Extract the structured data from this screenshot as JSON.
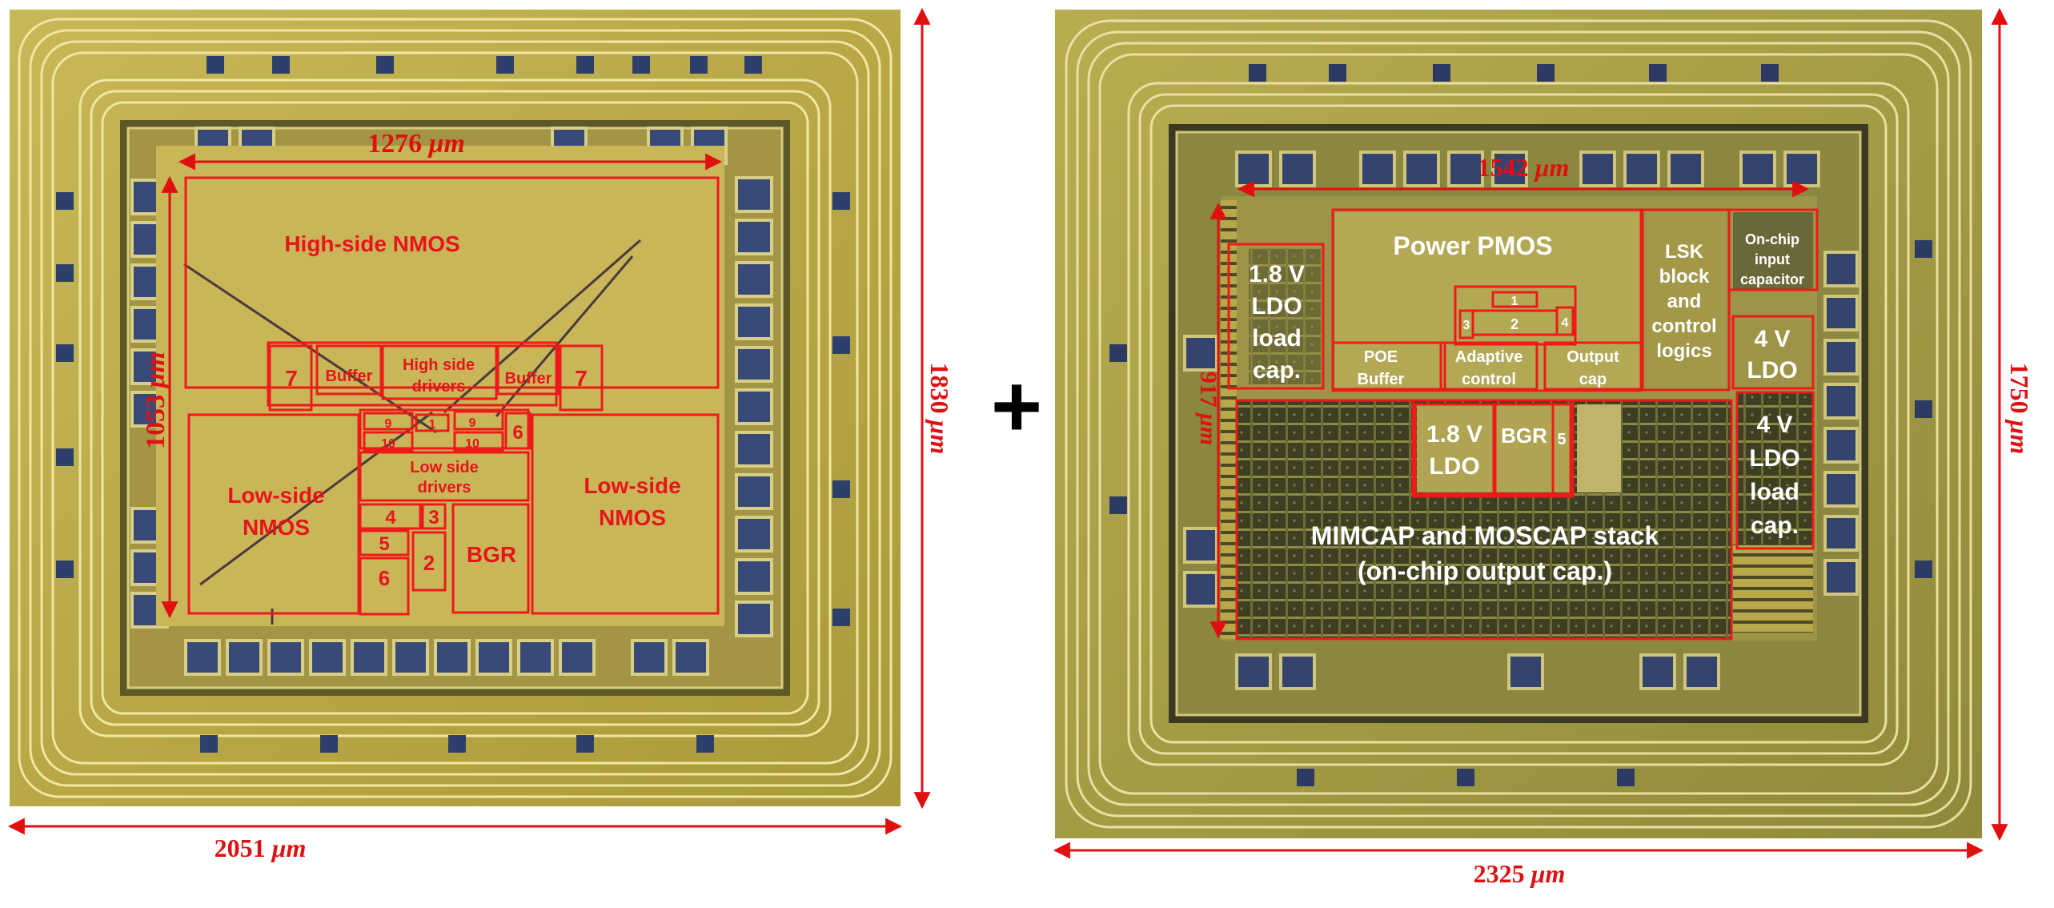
{
  "plus_sign": "+",
  "left_die": {
    "dimensions": {
      "top_width": "1276",
      "left_height": "1053",
      "right_height": "1830",
      "bottom_width": "2051",
      "unit": "μm"
    },
    "blocks": {
      "high_side_nmos": "High-side NMOS",
      "low_side_nmos_left": [
        "Low-side",
        "NMOS"
      ],
      "low_side_nmos_right": [
        "Low-side",
        "NMOS"
      ],
      "seven_left": "7",
      "buffer_left": "Buffer",
      "high_side_drivers": [
        "High side",
        "drivers"
      ],
      "buffer_right": "Buffer",
      "seven_right": "7",
      "nine_left": "9",
      "one": "1",
      "nine_right": "9",
      "ten_left": "10",
      "ten_right": "10",
      "six_right": "6",
      "low_side_drivers": [
        "Low side",
        "drivers"
      ],
      "four": "4",
      "three": "3",
      "five": "5",
      "two": "2",
      "six_bottom": "6",
      "bgr": "BGR"
    }
  },
  "right_die": {
    "dimensions": {
      "top_width": "1542",
      "left_height": "917",
      "right_height": "1750",
      "bottom_width": "2325",
      "unit": "μm"
    },
    "blocks": {
      "ldo_1p8_load": [
        "1.8 V",
        "LDO",
        "load",
        "cap."
      ],
      "power_pmos": "Power PMOS",
      "lsk_block": [
        "LSK",
        "block",
        "and",
        "control",
        "logics"
      ],
      "onchip_input_cap": [
        "On-chip",
        "input",
        "capacitor"
      ],
      "four_v_ldo": [
        "4 V",
        "LDO"
      ],
      "one": "1",
      "two": "2",
      "three": "3",
      "four": "4",
      "poe_buffer": [
        "POE",
        "Buffer"
      ],
      "adaptive_control": [
        "Adaptive",
        "control"
      ],
      "output_cap": [
        "Output",
        "cap"
      ],
      "ldo_1p8": [
        "1.8 V",
        "LDO"
      ],
      "bgr": "BGR",
      "five": "5",
      "four_v_ldo_load": [
        "4 V",
        "LDO",
        "load",
        "cap."
      ],
      "mimcap_stack": [
        "MIMCAP and MOSCAP stack",
        "(on-chip output cap.)"
      ]
    }
  }
}
